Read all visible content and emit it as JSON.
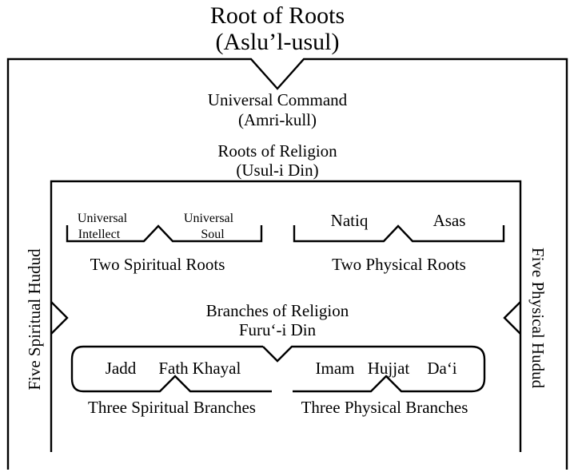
{
  "title": {
    "main": "Root of Roots",
    "sub": "(Aslu’l-usul)"
  },
  "universal_command": {
    "main": "Universal Command",
    "sub": "(Amri-kull)"
  },
  "roots_of_religion": {
    "main": "Roots of Religion",
    "sub": "(Usul-i Din)"
  },
  "spiritual_roots": {
    "left_line1": "Universal",
    "left_line2": "Intellect",
    "right_line1": "Universal",
    "right_line2": "Soul",
    "caption": "Two Spiritual Roots"
  },
  "physical_roots": {
    "left": "Natiq",
    "right": "Asas",
    "caption": "Two Physical Roots"
  },
  "branches_of_religion": {
    "main": "Branches of Religion",
    "sub": "Furu‘-i Din"
  },
  "spiritual_branches": {
    "items": [
      "Jadd",
      "Fath",
      "Khayal"
    ],
    "caption": "Three Spiritual Branches"
  },
  "physical_branches": {
    "items": [
      "Imam",
      "Hujjat",
      "Da‘i"
    ],
    "caption": "Three Physical Branches"
  },
  "side_labels": {
    "left": "Five Spiritual Hudud",
    "right": "Five Physical Hudud"
  }
}
